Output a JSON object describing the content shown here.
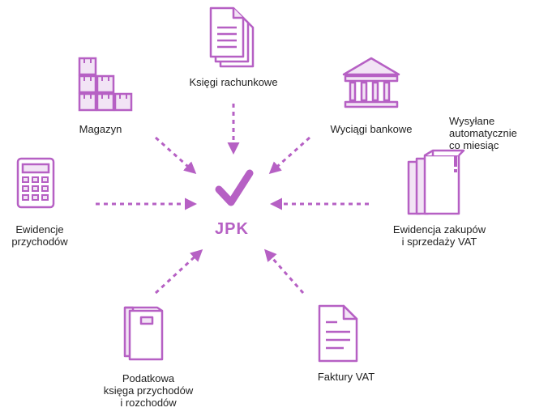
{
  "diagram": {
    "center": {
      "label": "JPK"
    },
    "nodes": {
      "ksiegi": {
        "label": "Księgi rachunkowe",
        "icon": "document-stack-icon"
      },
      "wyciagi": {
        "label": "Wyciągi bankowe",
        "icon": "bank-building-icon"
      },
      "magazyn": {
        "label": "Magazyn",
        "icon": "warehouse-boxes-icon"
      },
      "ewidencje": {
        "line1": "Ewidencje",
        "line2": "przychodów",
        "icon": "calculator-icon"
      },
      "ewidencja_vat": {
        "line1": "Ewidencja zakupów",
        "line2": "i sprzedaży VAT",
        "icon": "binders-icon"
      },
      "note": {
        "line1": "Wysyłane",
        "line2": "automatycznie",
        "line3": "co miesiąc",
        "icon": "exclamation-icon"
      },
      "podatkowa": {
        "line1": "Podatkowa",
        "line2": "księga przychodów",
        "line3": "i rozchodów",
        "icon": "ledger-book-icon"
      },
      "faktury": {
        "label": "Faktury VAT",
        "icon": "invoice-icon"
      }
    },
    "colors": {
      "accent": "#b660c4",
      "icon_fill": "#f2e4f5",
      "text": "#222222"
    }
  }
}
